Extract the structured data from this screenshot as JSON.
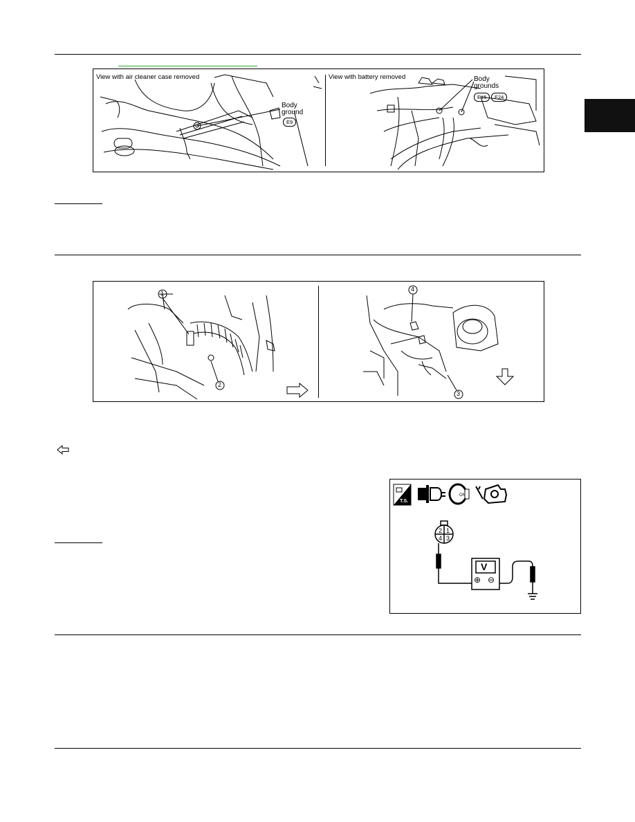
{
  "figure1": {
    "left_caption": "View with air cleaner case removed",
    "right_caption": "View with battery removed",
    "left_callout": "Body\nground",
    "left_badge": "E9",
    "right_callout": "Body\ngrounds",
    "right_badges": [
      "E15",
      "E24"
    ]
  },
  "figure2": {
    "callouts": [
      "1",
      "2",
      "3",
      "4"
    ]
  },
  "figure3": {
    "connector_pins": [
      "2",
      "1",
      "4",
      "3"
    ],
    "meter_label": "V",
    "meter_terminals": [
      "⊕",
      "⊖"
    ],
    "icons": [
      "service-data-icon",
      "connector-icon",
      "ignition-on-icon",
      "engine-icon"
    ],
    "ts_label": "T.S.",
    "on_label": "ON"
  }
}
